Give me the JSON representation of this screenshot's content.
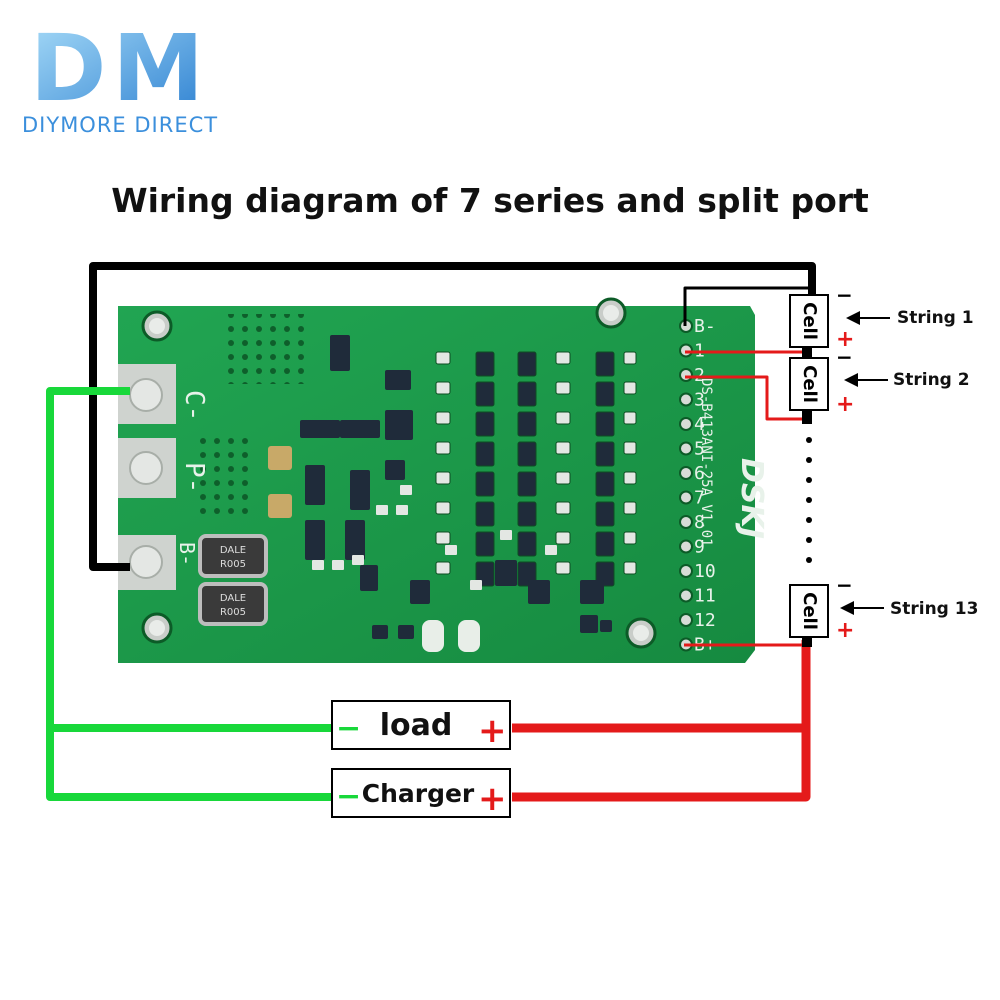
{
  "brand": {
    "monogram": "DM",
    "name": "DIYMORE DIRECT",
    "color_start": "#9fd8f7",
    "color_end": "#2b7fd0"
  },
  "title": "Wiring diagram of 7 series and split port",
  "board": {
    "color": "#1b9b4a",
    "model_text": "DS-B413ANI-25A V1.01",
    "brand_mark": "DSKJ",
    "pad_labels": [
      "C-",
      "P-",
      "B-"
    ],
    "balance_pins": [
      "B-",
      "1",
      "2",
      "3",
      "4",
      "5",
      "6",
      "7",
      "8",
      "9",
      "10",
      "11",
      "12",
      "B+"
    ],
    "shunt_text": [
      "DALE",
      "R005"
    ]
  },
  "cells": [
    {
      "label": "Cell",
      "string": "String 1",
      "minus": "−",
      "plus": "+"
    },
    {
      "label": "Cell",
      "string": "String 2",
      "minus": "−",
      "plus": "+"
    },
    {
      "label": "Cell",
      "string": "String 13",
      "minus": "−",
      "plus": "+"
    }
  ],
  "boxes": {
    "load": {
      "label": "load",
      "minus": "−",
      "plus": "+"
    },
    "charger": {
      "label": "Charger",
      "minus": "−",
      "plus": "+"
    }
  },
  "wire_colors": {
    "black": "#000000",
    "red": "#e41a1a",
    "green": "#18d83a"
  }
}
